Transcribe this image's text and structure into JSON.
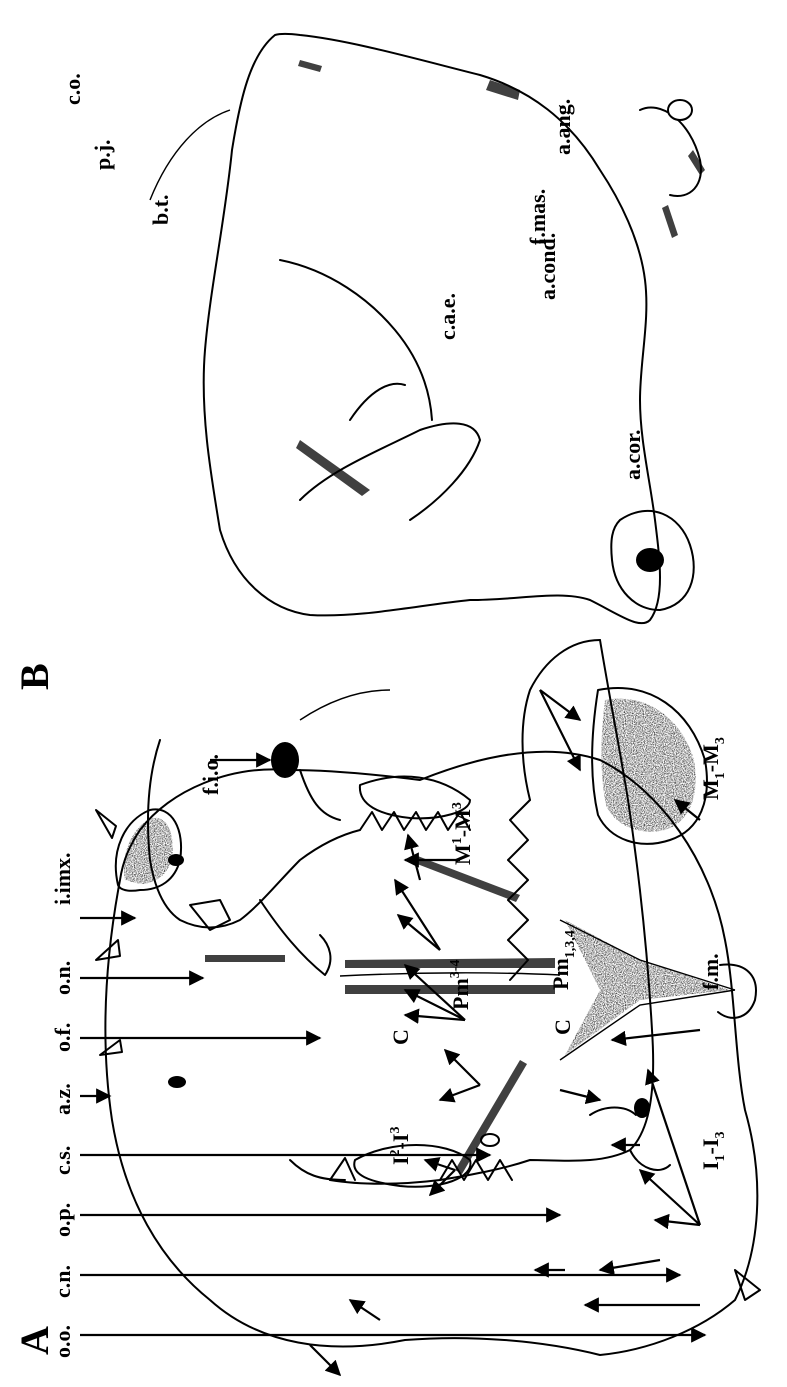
{
  "panels": {
    "a": "A",
    "b": "B"
  },
  "labels_a": [
    "i.imx.",
    "o.n.",
    "o.f.",
    "a.z.",
    "c.s.",
    "o.p.",
    "c.n.",
    "o.o."
  ],
  "labels_b": [
    "f.i.o.",
    "I2-I3",
    "C",
    "Pm3-4",
    "M1-M3",
    "c.o.",
    "p.j.",
    "b.t.",
    "c.a.e.",
    "a.cond.",
    "f.mas.",
    "a.ang.",
    "a.cor.",
    "C",
    "Pm1,3,4",
    "I1-I3",
    "f.m.",
    "M1-M3"
  ]
}
